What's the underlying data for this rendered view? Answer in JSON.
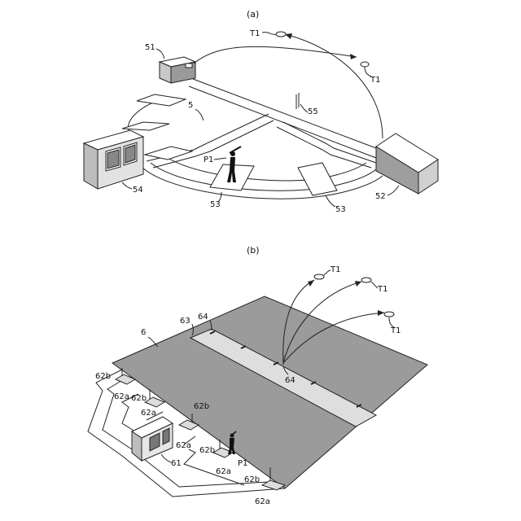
{
  "figure_a": {
    "caption": "(a)",
    "labels": {
      "building_51": "51",
      "field_5": "5",
      "target_top": "T1",
      "target_right": "T1",
      "pole_55": "55",
      "player": "P1",
      "building_54": "54",
      "mat_left": "53",
      "mat_right": "53",
      "building_52": "52"
    }
  },
  "figure_b": {
    "caption": "(b)",
    "labels": {
      "field_6": "6",
      "lane_63": "63",
      "marker_64_top": "64",
      "marker_64_mid": "64",
      "target_1": "T1",
      "target_2": "T1",
      "target_3": "T1",
      "building_61": "61",
      "player": "P1",
      "pole_62b_1": "62b",
      "mat_62a_1": "62a",
      "pole_62b_2": "62b",
      "mat_62a_2": "62a",
      "pole_62b_3": "62b",
      "mat_62a_3": "62a",
      "pole_62b_4": "62b",
      "mat_62a_4": "62a",
      "pole_62b_5": "62b",
      "mat_62a_5": "62a"
    }
  }
}
